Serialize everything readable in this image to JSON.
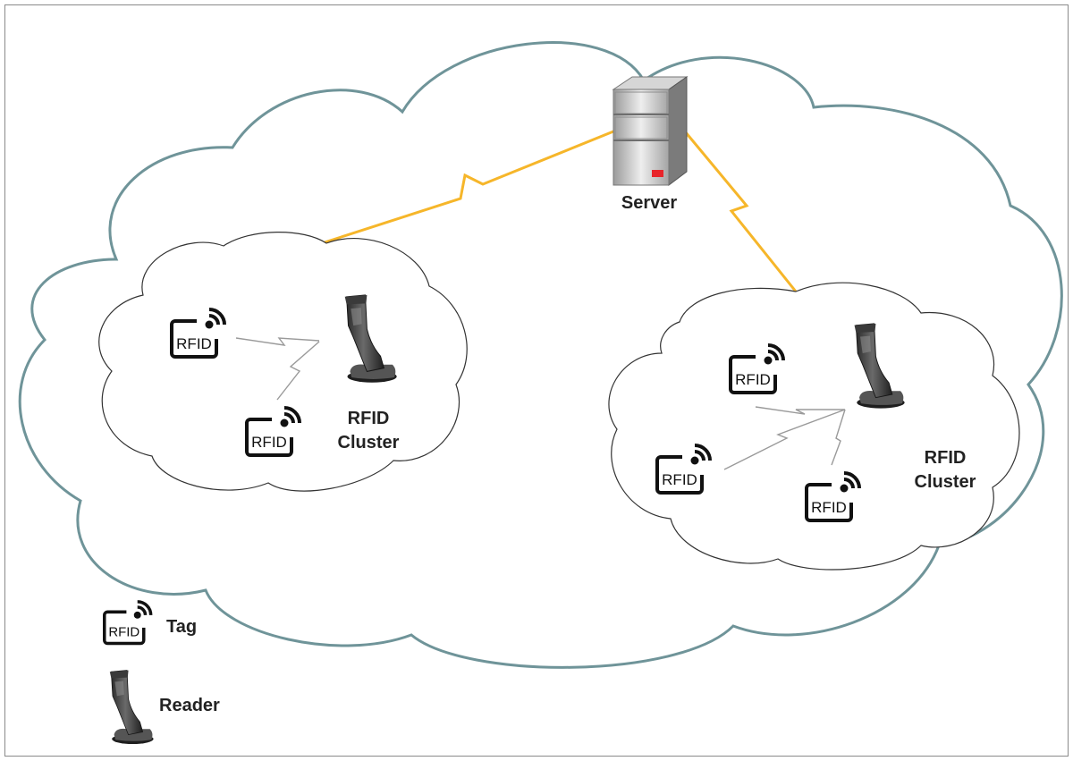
{
  "server": {
    "label": "Server"
  },
  "clusters": [
    {
      "label_line1": "RFID",
      "label_line2": "Cluster"
    },
    {
      "label_line1": "RFID",
      "label_line2": "Cluster"
    }
  ],
  "tag_text": "RFID",
  "legend": {
    "tag_label": "Tag",
    "reader_label": "Reader"
  },
  "colors": {
    "wireless_link": "#f6b62a",
    "cloud_outline": "#6f9499",
    "server_led": "#e8242a"
  }
}
